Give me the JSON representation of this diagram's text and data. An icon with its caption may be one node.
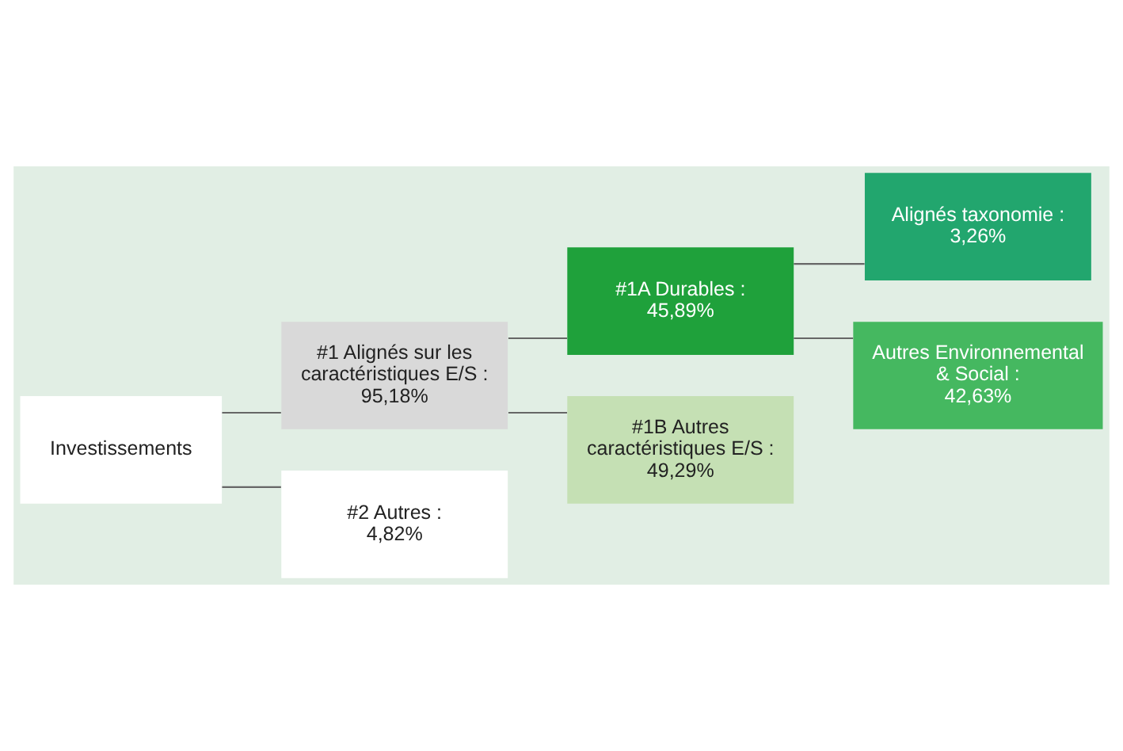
{
  "diagram": {
    "nodes": [
      {
        "text": [
          "Investissements"
        ]
      },
      {
        "text": [
          "#1 Alignés sur les caractéristiques E/S :",
          "95,18%"
        ]
      },
      {
        "text": [
          "#2 Autres :",
          "4,82%"
        ]
      },
      {
        "text": [
          "#1A Durables :",
          "45,89%"
        ]
      },
      {
        "text": [
          "#1B Autres caractéristiques E/S :",
          "49,29%"
        ]
      },
      {
        "text": [
          "Alignés taxonomie :",
          "3,26%"
        ]
      },
      {
        "text": [
          "Autres Environnemental & Social :",
          "42,63%"
        ]
      }
    ],
    "edges": [
      {
        "from": 0,
        "to": 1,
        "arrow": "none"
      },
      {
        "from": 0,
        "to": 2,
        "arrow": "none"
      },
      {
        "from": 1,
        "to": 3,
        "arrow": "none"
      },
      {
        "from": 1,
        "to": 4,
        "arrow": "none"
      },
      {
        "from": 3,
        "to": 5,
        "arrow": "none"
      },
      {
        "from": 3,
        "to": 6,
        "arrow": "none"
      }
    ]
  }
}
